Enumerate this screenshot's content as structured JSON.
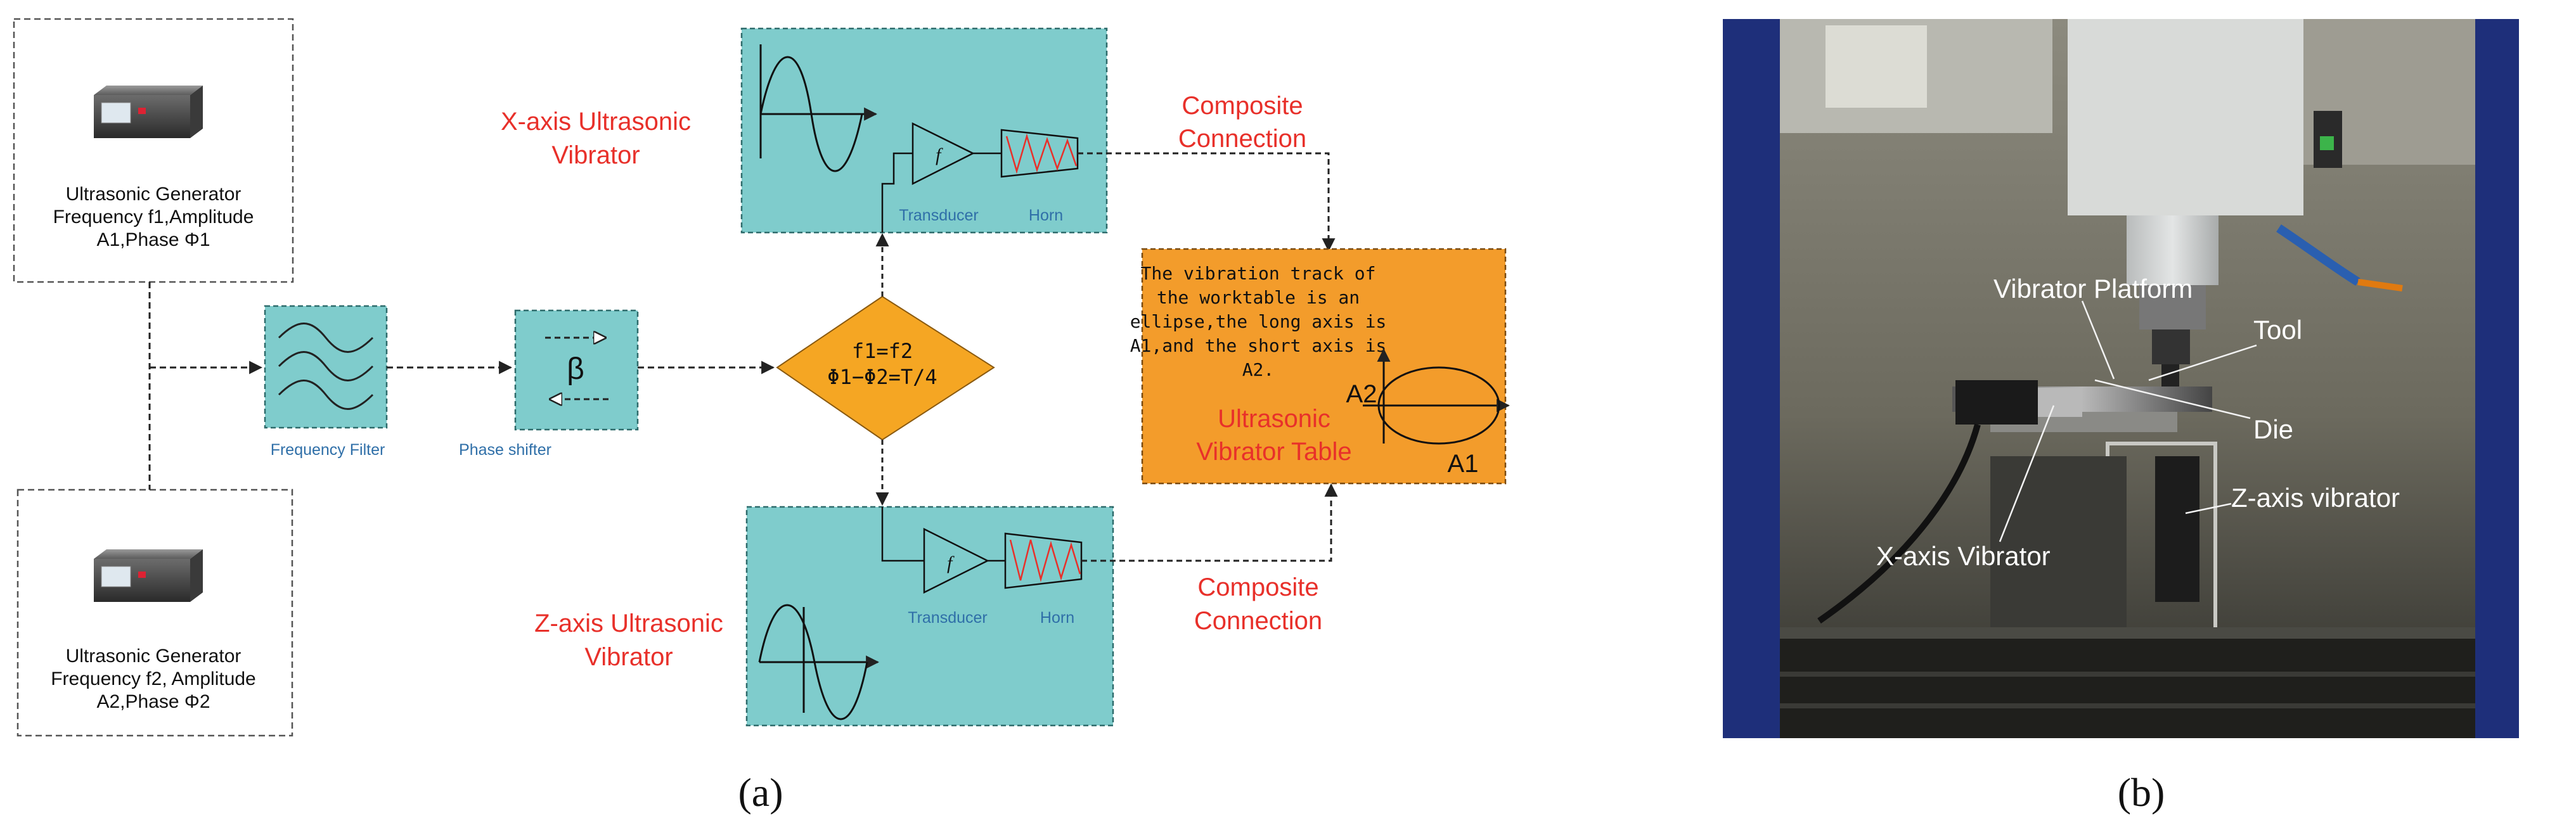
{
  "colors": {
    "teal": "#7fcccc",
    "orange": "#f39c2b",
    "diamond": "#f5a623",
    "red_text": "#e8302a",
    "blue_label": "#2f6fa8",
    "wave_red": "#e8302a"
  },
  "panel_a": {
    "caption": "(a)",
    "generator1": {
      "line1": "Ultrasonic Generator",
      "line2": "Frequency f1,Amplitude",
      "line3": "A1,Phase  Φ1"
    },
    "generator2": {
      "line1": "Ultrasonic Generator",
      "line2": "Frequency f2, Amplitude",
      "line3": "A2,Phase  Φ2"
    },
    "frequency_filter_label": "Frequency Filter",
    "phase_shifter_label": "Phase shifter",
    "phase_shifter_symbol": "β",
    "diamond": {
      "line1": "f1=f2",
      "line2": "Φ1−Φ2=T/4"
    },
    "x_vibrator": {
      "title_line1": "X-axis Ultrasonic",
      "title_line2": "Vibrator",
      "transducer_label": "Transducer",
      "horn_label": "Horn",
      "amp_symbol": "f"
    },
    "z_vibrator": {
      "title_line1": "Z-axis Ultrasonic",
      "title_line2": "Vibrator",
      "transducer_label": "Transducer",
      "horn_label": "Horn",
      "amp_symbol": "f"
    },
    "composite_top": {
      "line1": "Composite",
      "line2": "Connection"
    },
    "composite_bottom": {
      "line1": "Composite",
      "line2": "Connection"
    },
    "table": {
      "desc_line1": "The vibration track of",
      "desc_line2": "the worktable is an",
      "desc_line3": "ellipse,the long axis is",
      "desc_line4": "A1,and the short axis is",
      "desc_line5": "A2.",
      "title_line1": "Ultrasonic",
      "title_line2": "Vibrator Table",
      "axis_a1": "A1",
      "axis_a2": "A2"
    }
  },
  "panel_b": {
    "caption": "(b)",
    "labels": {
      "vibrator_platform": "Vibrator Platform",
      "tool": "Tool",
      "die": "Die",
      "z_axis_vibrator": "Z-axis vibrator",
      "x_axis_vibrator": "X-axis Vibrator"
    }
  }
}
